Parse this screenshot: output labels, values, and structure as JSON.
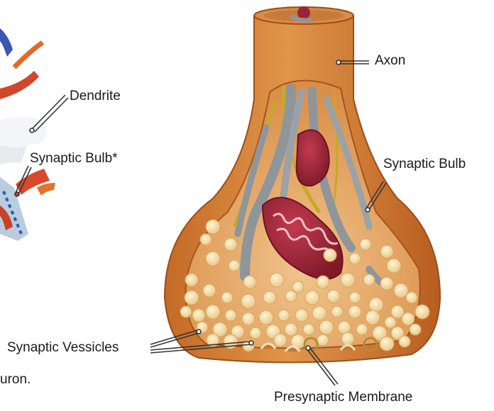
{
  "labels": {
    "axon": "Axon",
    "dendrite": "Dendrite",
    "synaptic_bulb_left": "Synaptic Bulb*",
    "synaptic_bulb_right": "Synaptic Bulb",
    "synaptic_vessicles": "Synaptic Vessicles",
    "presynaptic_membrane": "Presynaptic Membrane",
    "caption_fragment": "uron."
  },
  "colors": {
    "outer_tissue": "#c8742f",
    "inner_cavity": "#e9b07a",
    "vesicle": "#f6dca3",
    "mitochondrion": "#9b2335",
    "filament": "#8e969c",
    "nerve_fiber": "#c9a826"
  }
}
